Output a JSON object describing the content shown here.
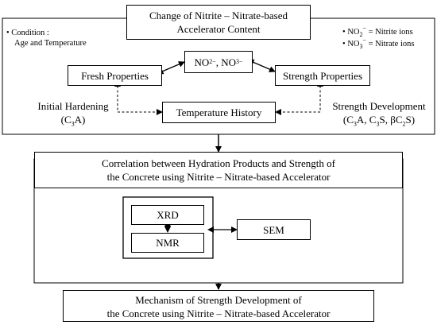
{
  "title": {
    "line1": "Change of Nitrite – Nitrate-based",
    "line2": "Accelerator Content"
  },
  "condition": {
    "line1": "• Condition :",
    "line2": "Age and Temperature"
  },
  "ions_legend": {
    "nitrite_symbol": "NO",
    "nitrite_sub": "2",
    "nitrite_sup": "−",
    "nitrite_text": " = Nitrite ions",
    "nitrate_symbol": "NO",
    "nitrate_sub": "3",
    "nitrate_sup": "−",
    "nitrate_text": " = Nitrate ions"
  },
  "ions_box": {
    "a": "NO",
    "a_sub": "2",
    "a_sup": "−",
    "sep": ", ",
    "b": "NO",
    "b_sub": "3",
    "b_sup": "−"
  },
  "fresh_properties": "Fresh Properties",
  "strength_properties": "Strength Properties",
  "temperature_history": "Temperature History",
  "initial_hardening": {
    "line1": "Initial Hardening",
    "open": "(C",
    "sub": "3",
    "close": "A)"
  },
  "strength_development": {
    "line1": "Strength Development",
    "p1": "(C",
    "s1": "3",
    "p2": "A, C",
    "s2": "3",
    "p3": "S, βC",
    "s3": "2",
    "p4": "S)"
  },
  "correlation": {
    "line1": "Correlation between Hydration Products and Strength of",
    "line2": "the Concrete using Nitrite – Nitrate-based Accelerator"
  },
  "xrd": "XRD",
  "nmr": "NMR",
  "sem": "SEM",
  "mechanism": {
    "line1": "Mechanism of Strength Development of",
    "line2": "the Concrete using Nitrite – Nitrate-based Accelerator"
  }
}
